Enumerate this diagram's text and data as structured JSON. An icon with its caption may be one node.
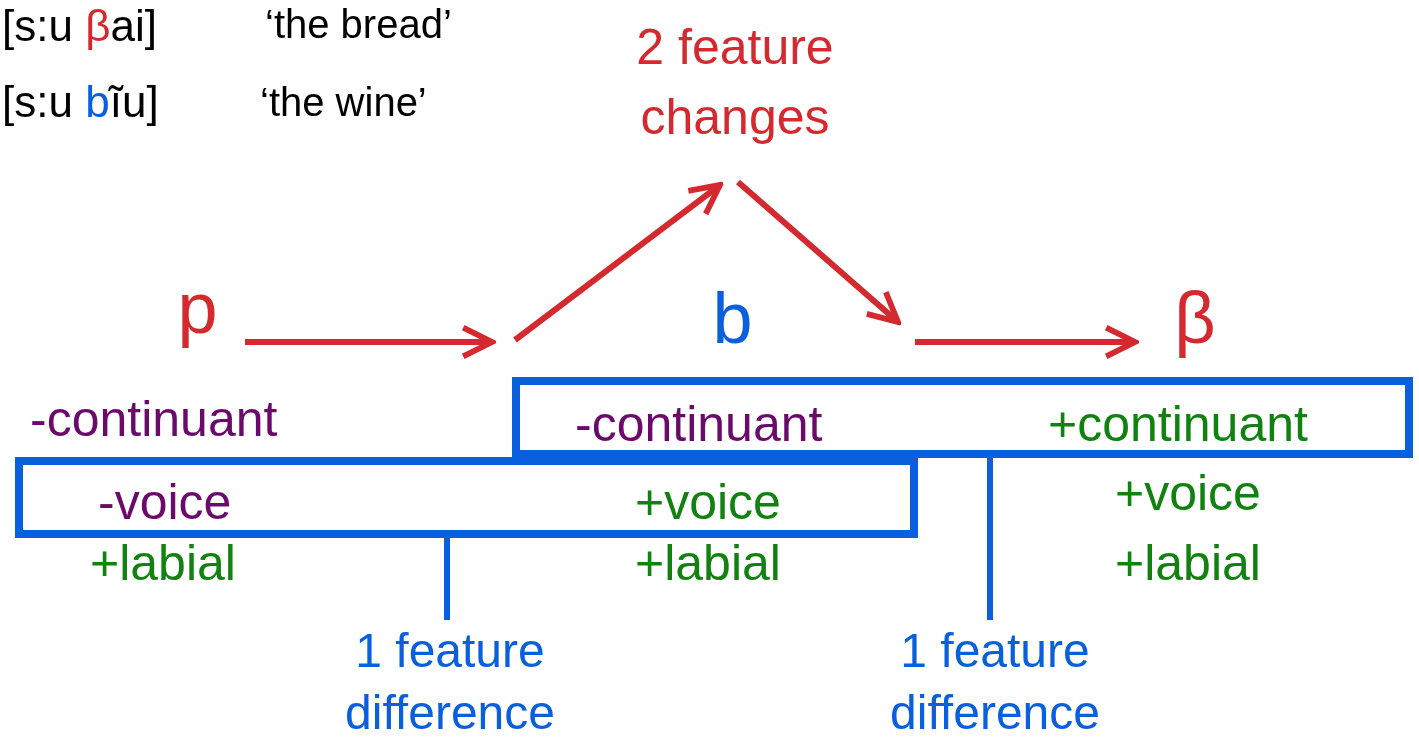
{
  "diagram": {
    "nodes": [
      {
        "text": [
          "2 feature changes"
        ]
      },
      {
        "text": [
          "p"
        ]
      },
      {
        "text": [
          "b"
        ]
      },
      {
        "text": [
          "β"
        ]
      },
      {
        "text": [
          "-continuant",
          "+continuant"
        ]
      },
      {
        "text": [
          "-voice",
          "+voice"
        ]
      },
      {
        "text": [
          "1 feature difference"
        ]
      },
      {
        "text": [
          "1 feature difference"
        ]
      }
    ],
    "edges": [
      {
        "from": 1,
        "to": 4,
        "arrow": "to"
      },
      {
        "from": null,
        "to": 0,
        "arrow": "to"
      },
      {
        "from": 0,
        "to": null,
        "arrow": "to"
      },
      {
        "from": null,
        "to": 3,
        "arrow": "to"
      },
      {
        "from": 6,
        "to": 5,
        "arrow": "none",
        "color": "#0a5fdc"
      },
      {
        "from": 7,
        "to": 4,
        "arrow": "none",
        "color": "#0a5fdc"
      }
    ],
    "labels": [
      "[s:u βai]",
      "‘the bread’",
      "[s:u bĩu]",
      "‘the wine’",
      "-continuant",
      "+voice",
      "+labial",
      "+labial",
      "+labial"
    ]
  }
}
